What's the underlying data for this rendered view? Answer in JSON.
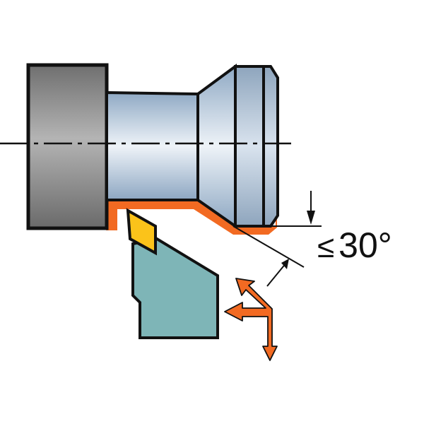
{
  "diagram": {
    "type": "turning-tool-application",
    "label": {
      "operator": "≤",
      "value": "30°"
    },
    "parts": {
      "chuck": "chuck-jaw",
      "workpiece": "cylindrical-workpiece-with-taper",
      "insert": "cutting-insert",
      "holder": "tool-holder"
    },
    "feed_directions": [
      "axial",
      "radial",
      "diagonal-45"
    ],
    "colors": {
      "chuck": "#8a8a8a",
      "workpiece": "#b5c8da",
      "machined_profile": "#f26a22",
      "insert": "#fbc31a",
      "holder": "#7eb5b7",
      "outline": "#111111"
    }
  }
}
